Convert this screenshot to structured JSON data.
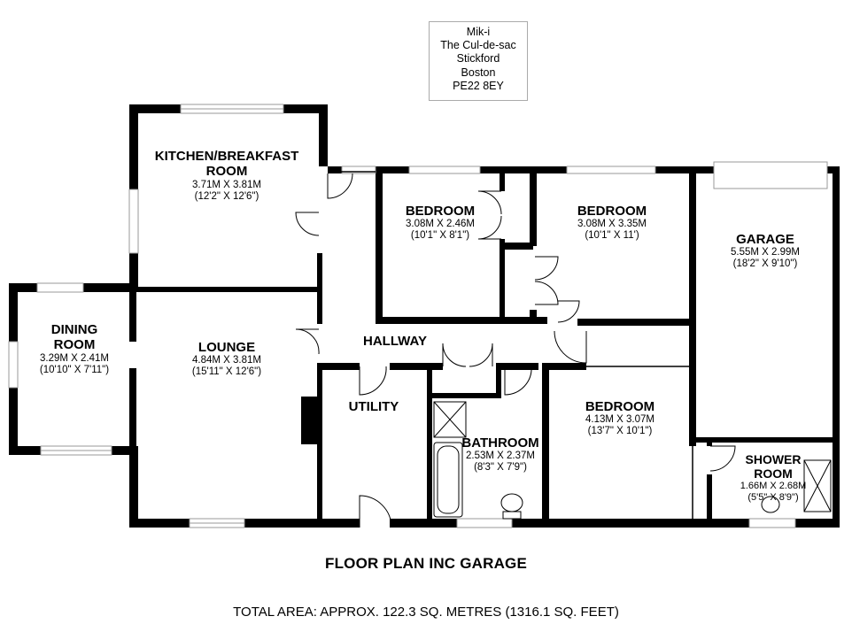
{
  "address": {
    "lines": [
      "Mik-i",
      "The Cul-de-sac",
      "Stickford",
      "Boston",
      "PE22 8EY"
    ]
  },
  "rooms": {
    "kitchen": {
      "name_line1": "KITCHEN/BREAKFAST",
      "name_line2": "ROOM",
      "metric": "3.71M X 3.81M",
      "imperial": "(12'2\" X 12'6\")"
    },
    "dining": {
      "name_line1": "DINING",
      "name_line2": "ROOM",
      "metric": "3.29M X 2.41M",
      "imperial": "(10'10\" X 7'11\")"
    },
    "lounge": {
      "name": "LOUNGE",
      "metric": "4.84M X 3.81M",
      "imperial": "(15'11\" X 12'6\")"
    },
    "bedroom1": {
      "name": "BEDROOM",
      "metric": "3.08M X 2.46M",
      "imperial": "(10'1\" X 8'1\")"
    },
    "bedroom2": {
      "name": "BEDROOM",
      "metric": "3.08M X 3.35M",
      "imperial": "(10'1\" X 11')"
    },
    "garage": {
      "name": "GARAGE",
      "metric": "5.55M X 2.99M",
      "imperial": "(18'2\" X 9'10\")"
    },
    "hallway": {
      "name": "HALLWAY"
    },
    "utility": {
      "name": "UTILITY"
    },
    "bathroom": {
      "name": "BATHROOM",
      "metric": "2.53M X 2.37M",
      "imperial": "(8'3\" X 7'9\")"
    },
    "bedroom3": {
      "name": "BEDROOM",
      "metric": "4.13M X 3.07M",
      "imperial": "(13'7\" X 10'1\")"
    },
    "shower": {
      "name_line1": "SHOWER",
      "name_line2": "ROOM",
      "metric": "1.66M X 2.68M",
      "imperial": "(5'5\" X 8'9\")"
    }
  },
  "title": "FLOOR PLAN INC GARAGE",
  "total_area": "TOTAL AREA: APPROX. 122.3 SQ. METRES (1316.1 SQ. FEET)"
}
